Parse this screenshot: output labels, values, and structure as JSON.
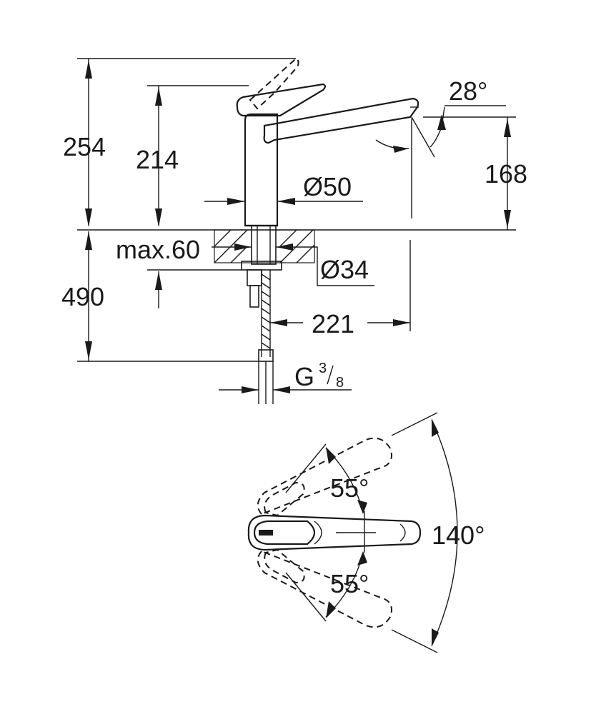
{
  "side_view": {
    "dim_total_height": "254",
    "dim_body_height": "214",
    "dim_spout_height": "168",
    "dim_spout_angle": "28°",
    "dim_body_diameter": "Ø50",
    "dim_max_thickness": "max.60",
    "dim_hole_diameter": "Ø34",
    "dim_below_counter": "490",
    "dim_spout_reach": "221",
    "dim_thread_main": "G",
    "dim_thread_num": "3",
    "dim_thread_den": "8"
  },
  "top_view": {
    "dim_rotation_left": "55°",
    "dim_rotation_right": "55°",
    "dim_rotation_total": "140°"
  }
}
